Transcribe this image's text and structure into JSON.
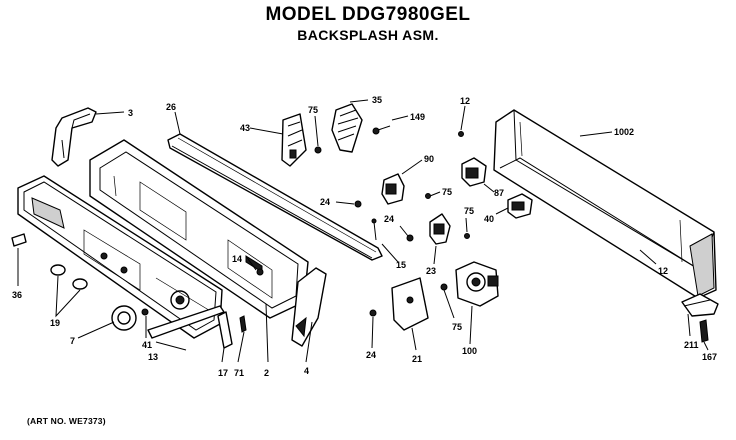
{
  "header": {
    "model_title": "MODEL DDG7980GEL",
    "assembly_title": "BACKSPLASH ASM."
  },
  "footer": {
    "art_number": "(ART NO. WE7373)"
  },
  "callouts": [
    "3",
    "26",
    "43",
    "75",
    "35",
    "149",
    "12",
    "1002",
    "90",
    "24",
    "75",
    "87",
    "24",
    "75",
    "40",
    "14",
    "15",
    "23",
    "12",
    "36",
    "19",
    "7",
    "41",
    "13",
    "17",
    "71",
    "2",
    "4",
    "24",
    "21",
    "75",
    "100",
    "211",
    "167"
  ]
}
